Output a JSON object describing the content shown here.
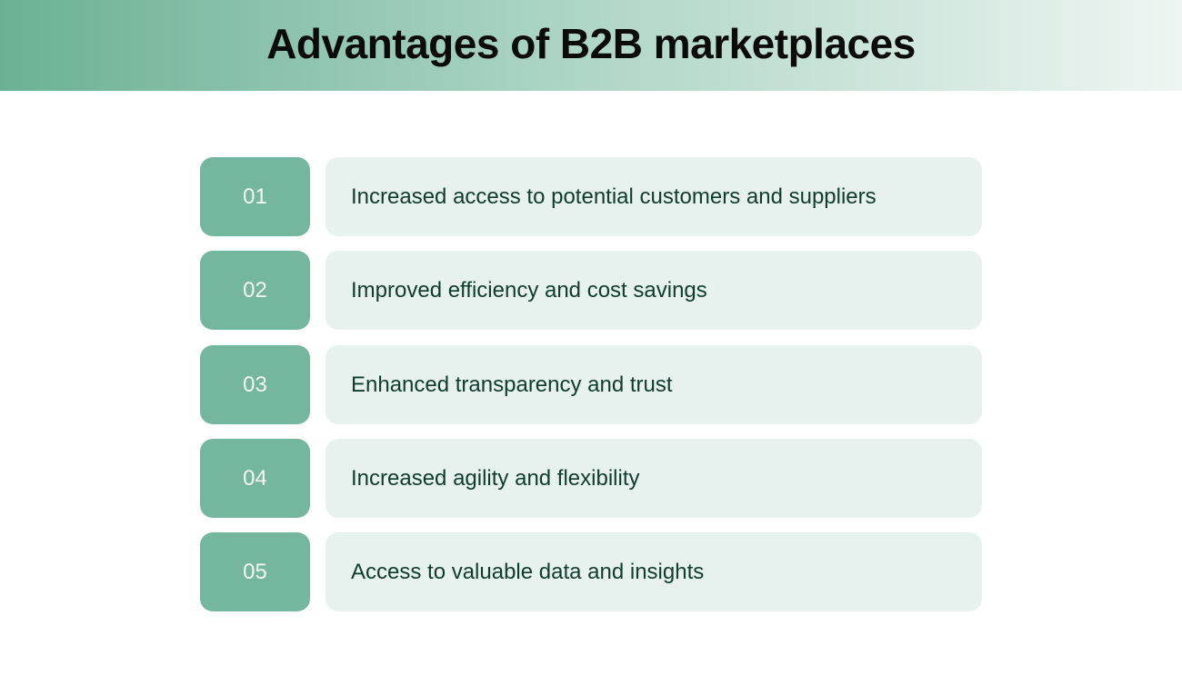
{
  "title": "Advantages of B2B marketplaces",
  "items": [
    {
      "number": "01",
      "label": "Increased access to potential customers and suppliers"
    },
    {
      "number": "02",
      "label": "Improved efficiency and cost savings"
    },
    {
      "number": "03",
      "label": "Enhanced transparency and trust"
    },
    {
      "number": "04",
      "label": "Increased agility and flexibility"
    },
    {
      "number": "05",
      "label": "Access to valuable data and insights"
    }
  ],
  "colors": {
    "accent": "#75b79e",
    "card": "#e7f2ee",
    "text": "#103c2d"
  }
}
